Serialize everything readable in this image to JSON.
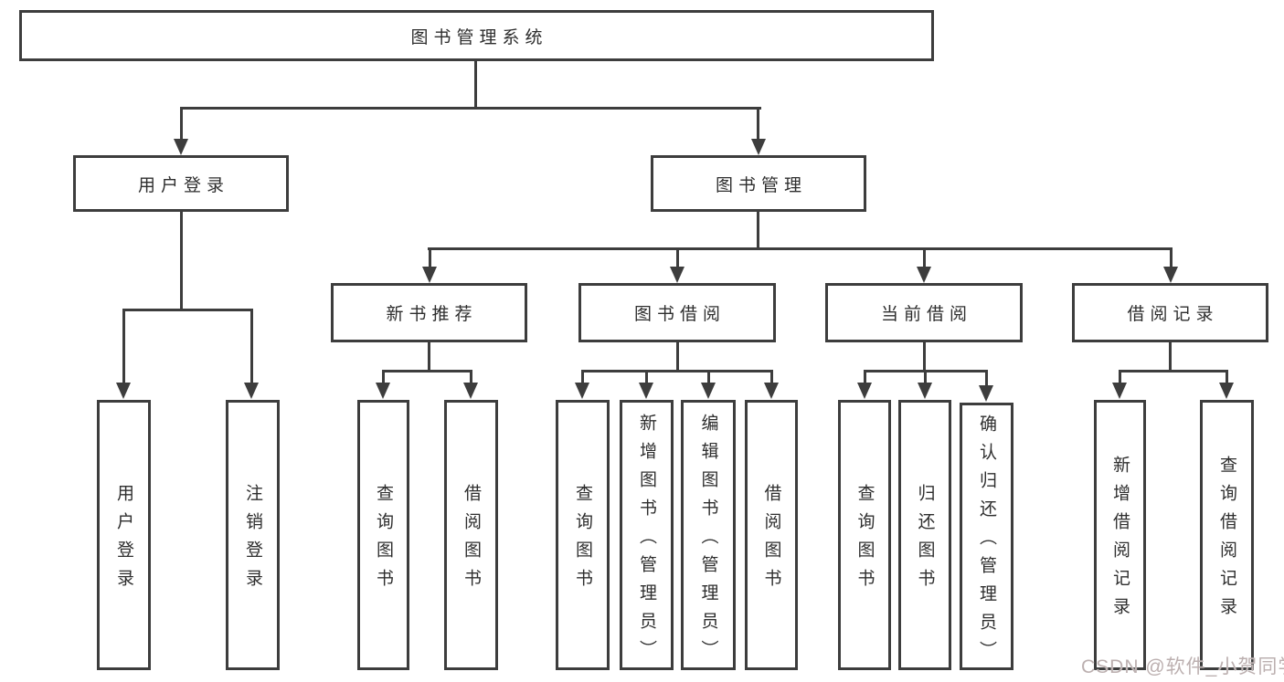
{
  "diagram": {
    "root": "图书管理系统",
    "branches": {
      "user_login": {
        "label": "用户登录",
        "children": [
          "用户登录",
          "注销登录"
        ]
      },
      "book_management": {
        "label": "图书管理",
        "sections": [
          {
            "label": "新书推荐",
            "children": [
              "查询图书",
              "借阅图书"
            ]
          },
          {
            "label": "图书借阅",
            "children": [
              "查询图书",
              "新增图书（管理员）",
              "编辑图书（管理员）",
              "借阅图书"
            ]
          },
          {
            "label": "当前借阅",
            "children": [
              "查询图书",
              "归还图书",
              "确认归还（管理员）"
            ]
          },
          {
            "label": "借阅记录",
            "children": [
              "新增借阅记录",
              "查询借阅记录"
            ]
          }
        ]
      }
    },
    "watermark": "CSDN @软件_小贺同学",
    "colors": {
      "line": "#3d3d3d",
      "text": "#2e2e2e",
      "watermark": "#bcb0b0",
      "background": "#ffffff"
    }
  }
}
